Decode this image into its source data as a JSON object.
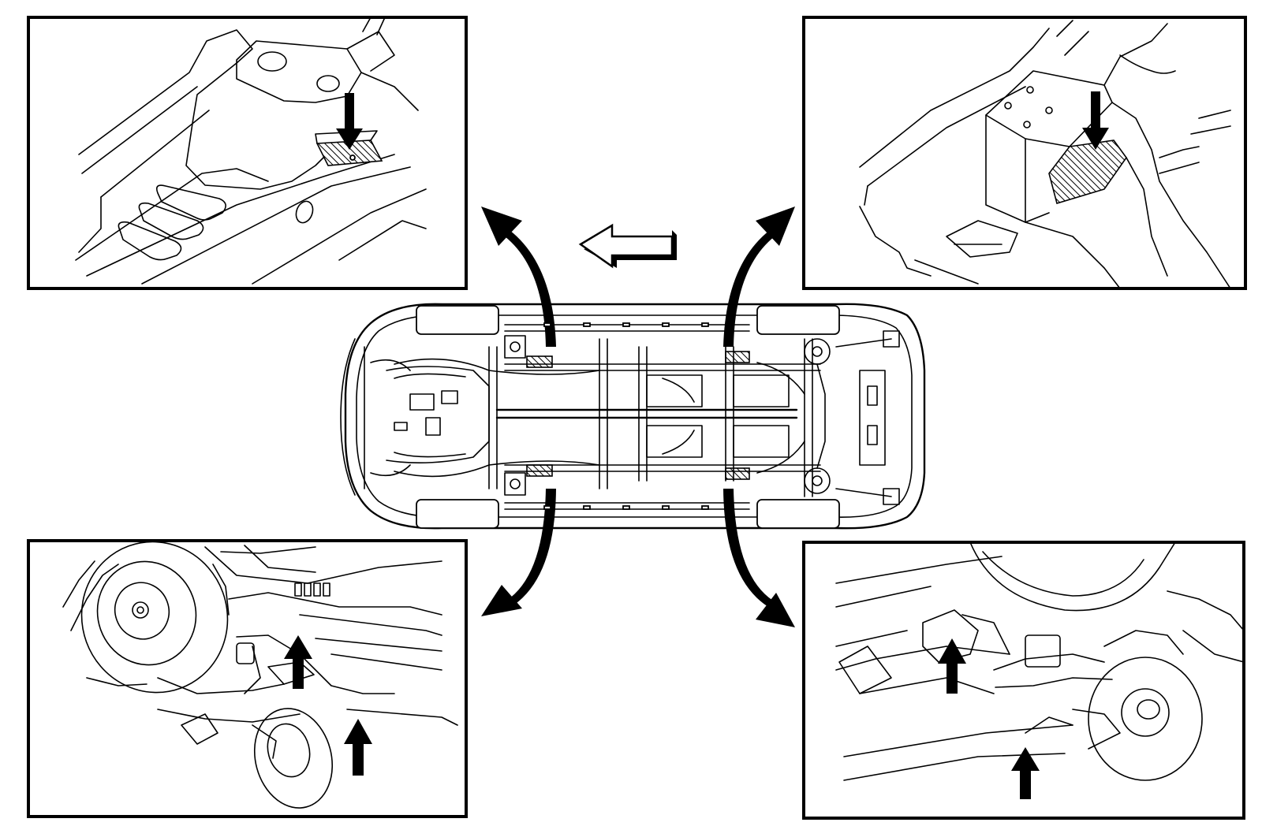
{
  "diagram": {
    "type": "vehicle-underbody-lift-points",
    "panels": [
      {
        "id": "front-left",
        "position": "top-left",
        "lift_point_marker": "down-arrow",
        "hatched_pad": true
      },
      {
        "id": "rear-left",
        "position": "top-right",
        "lift_point_marker": "down-arrow",
        "hatched_pad": true
      },
      {
        "id": "front-right",
        "position": "bottom-left",
        "lift_point_marker": "up-arrows",
        "arrow_count": 2
      },
      {
        "id": "rear-right",
        "position": "bottom-right",
        "lift_point_marker": "up-arrows",
        "arrow_count": 2
      }
    ],
    "center_view": "vehicle-underbody-top-view",
    "direction_indicator": "front-of-vehicle-arrow-pointing-left",
    "colors": {
      "line": "#000000",
      "background": "#ffffff"
    }
  }
}
